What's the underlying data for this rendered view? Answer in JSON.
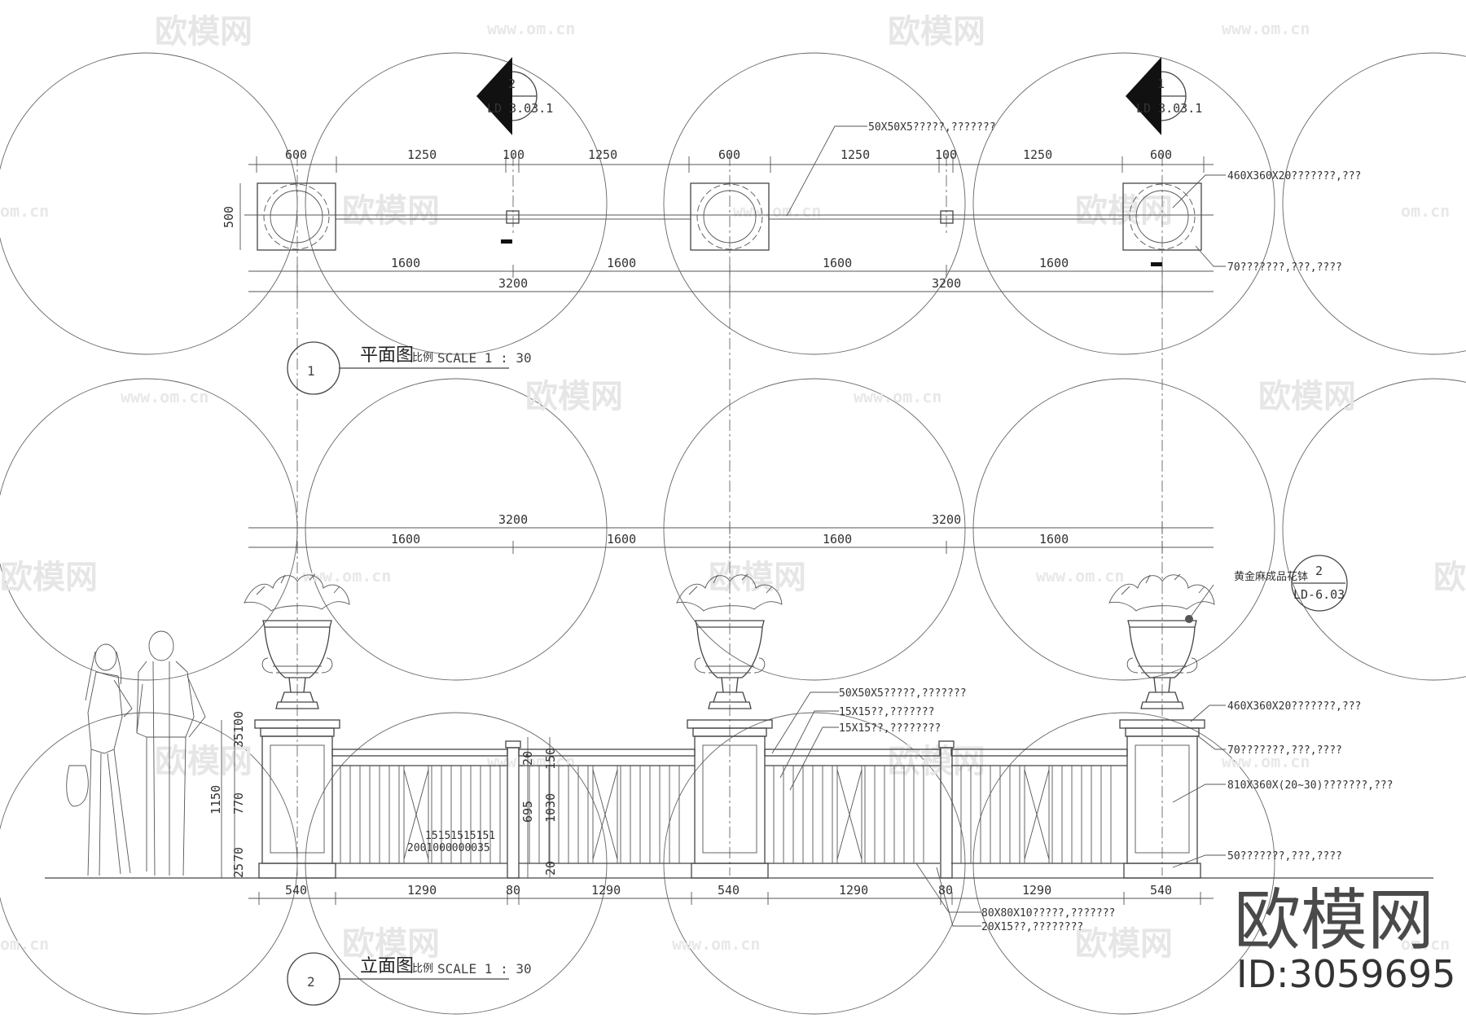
{
  "watermark": {
    "logo_text": "欧模网",
    "url_text": "www.om.cn",
    "url_short": "om.cn"
  },
  "branding": {
    "logo": "欧模网",
    "id": "ID:3059695"
  },
  "plan": {
    "title": "平面图",
    "scale_label": "比例",
    "scale": "SCALE 1 : 30",
    "number": "1",
    "section_a": {
      "num": "2",
      "ref": "LD 3.03.1"
    },
    "section_b": {
      "num": "1",
      "ref": "LD 3.03.1"
    },
    "dims_top": [
      "600",
      "1250",
      "100",
      "1250",
      "600",
      "1250",
      "100",
      "1250",
      "600"
    ],
    "dim_side": "500",
    "dims_mid": [
      "1600",
      "1600",
      "1600",
      "1600"
    ],
    "dims_total": [
      "3200",
      "3200"
    ],
    "notes": [
      "50X50X5?????,???????",
      "460X360X20???????,???",
      "70???????,???,????"
    ]
  },
  "elevation": {
    "title": "立面图",
    "scale_label": "比例",
    "scale": "SCALE 1 : 30",
    "number": "2",
    "dims_top_total": [
      "3200",
      "3200"
    ],
    "dims_top": [
      "1600",
      "1600",
      "1600",
      "1600"
    ],
    "dims_bottom": [
      "540",
      "1290",
      "80",
      "1290",
      "540",
      "1290",
      "80",
      "1290",
      "540"
    ],
    "dims_left": [
      "100",
      "35",
      "770",
      "25",
      "70"
    ],
    "dim_left_total": "1150",
    "dims_post": [
      "695",
      "1030",
      "150",
      "20",
      "20"
    ],
    "dims_bar": "15151515151",
    "dims_bar2": "2001000000035",
    "flower_note": "黄金麻成品花钵",
    "flower_ref": {
      "num": "2",
      "ref": "LD-6.03"
    },
    "notes_left": [
      "50X50X5?????,???????",
      "15X15??,???????",
      "15X15??,????????"
    ],
    "notes_right": [
      "460X360X20???????,???",
      "70???????,???,????",
      "810X360X(20~30)???????,???",
      "50???????,???,????"
    ],
    "notes_bottom": [
      "80X80X10?????,???????",
      "20X15??,????????"
    ]
  }
}
